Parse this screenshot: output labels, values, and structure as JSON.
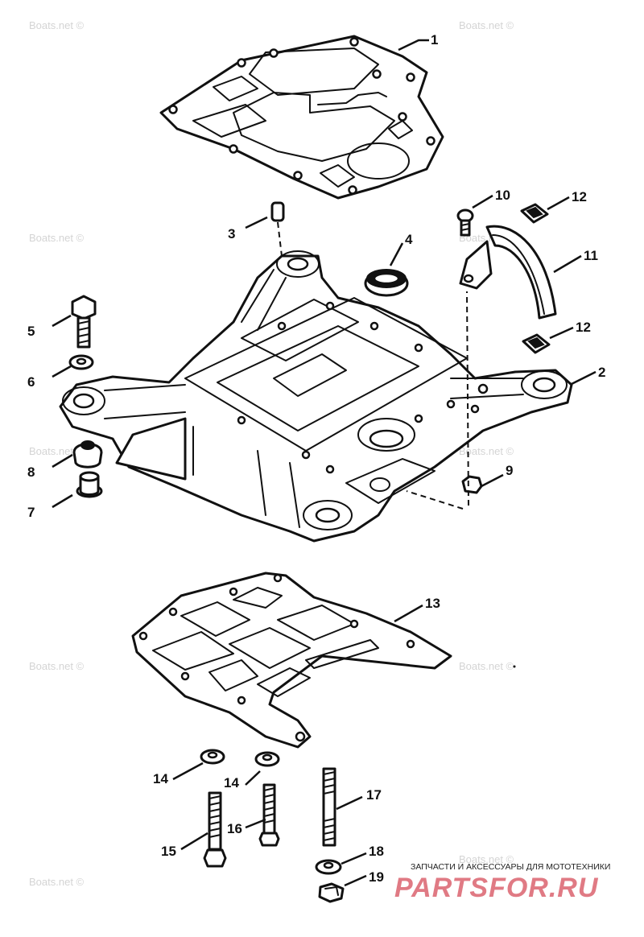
{
  "watermark": "Boats.net ©",
  "brand": {
    "tagline": "ЗАПЧАСТИ И АКСЕССУАРЫ ДЛЯ МОТОТЕХНИКИ",
    "logo": "PARTSFOR.RU"
  },
  "callouts": {
    "c1": "1",
    "c2": "2",
    "c3": "3",
    "c4": "4",
    "c5": "5",
    "c6": "6",
    "c7": "7",
    "c8": "8",
    "c9": "9",
    "c10": "10",
    "c11": "11",
    "c12a": "12",
    "c12b": "12",
    "c13": "13",
    "c14a": "14",
    "c14b": "14",
    "c15": "15",
    "c16": "16",
    "c17": "17",
    "c18": "18",
    "c19": "19"
  }
}
